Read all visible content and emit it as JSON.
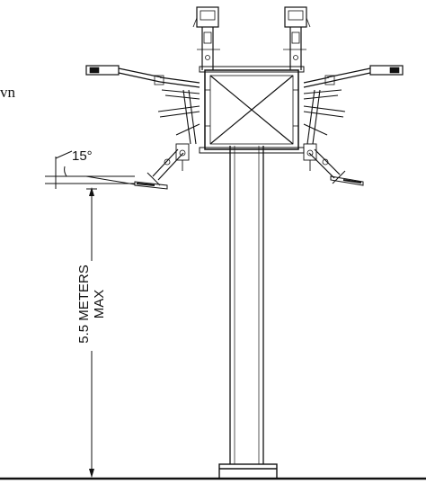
{
  "drawing": {
    "cut_text": "vn",
    "angle_label": "15°",
    "height_label_line1": "5.5 METERS",
    "height_label_line2": "MAX"
  },
  "colors": {
    "ink": "#111111",
    "paper": "#ffffff"
  }
}
